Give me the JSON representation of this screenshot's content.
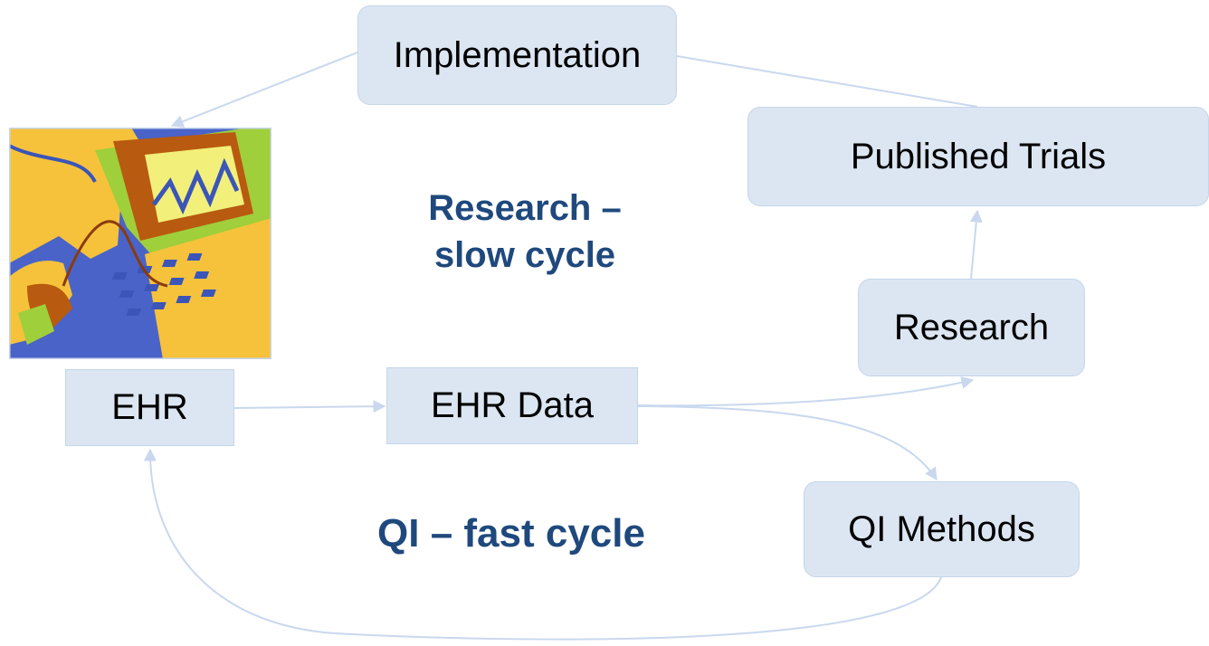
{
  "nodes": {
    "implementation": "Implementation",
    "published_trials": "Published Trials",
    "research": "Research",
    "ehr": "EHR",
    "ehr_data": "EHR Data",
    "qi_methods": "QI Methods"
  },
  "labels": {
    "research_line1": "Research –",
    "research_line2": "slow cycle",
    "qi_cycle": "QI – fast cycle"
  },
  "colors": {
    "node_fill": "#dce6f2",
    "node_border": "#c5d5ea",
    "arrow": "#c9d8ee",
    "label_text": "#1f497d"
  },
  "icons": [
    "computer-clipart-icon"
  ]
}
